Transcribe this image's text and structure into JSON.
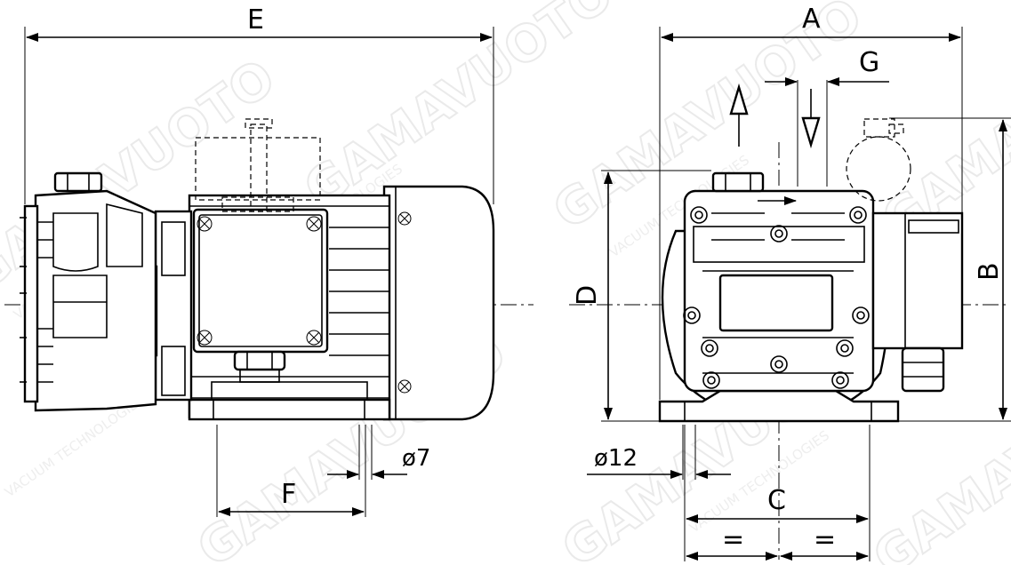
{
  "labels": {
    "A": "A",
    "B": "B",
    "C": "C",
    "D": "D",
    "E": "E",
    "F": "F",
    "G": "G",
    "phi7": "ø7",
    "phi12": "ø12",
    "eq1": "=",
    "eq2": "="
  },
  "watermark": {
    "brand": "GAMAVUOTO",
    "tagline": "VACUUM TECHNOLOGIES"
  }
}
